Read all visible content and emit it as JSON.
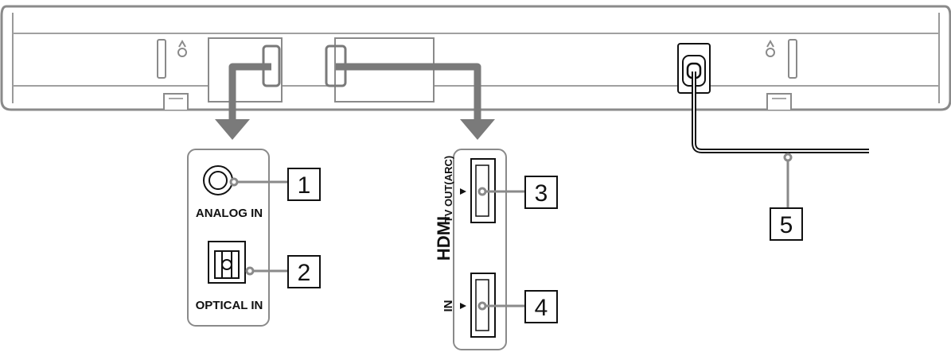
{
  "diagram": {
    "ports": {
      "analog_in": {
        "label": "ANALOG IN"
      },
      "optical_in": {
        "label": "OPTICAL IN"
      },
      "hdmi": {
        "label": "HDMI",
        "tv_out_label": "TV OUT(ARC)",
        "in_label": "IN"
      }
    },
    "callouts": [
      "1",
      "2",
      "3",
      "4",
      "5"
    ]
  },
  "colors": {
    "soundbar_fill": "#ffffff",
    "soundbar_line": "#8a8a8a",
    "arrow": "#7a7a7a",
    "leader": "#8a8a8a",
    "ink": "#111111"
  }
}
